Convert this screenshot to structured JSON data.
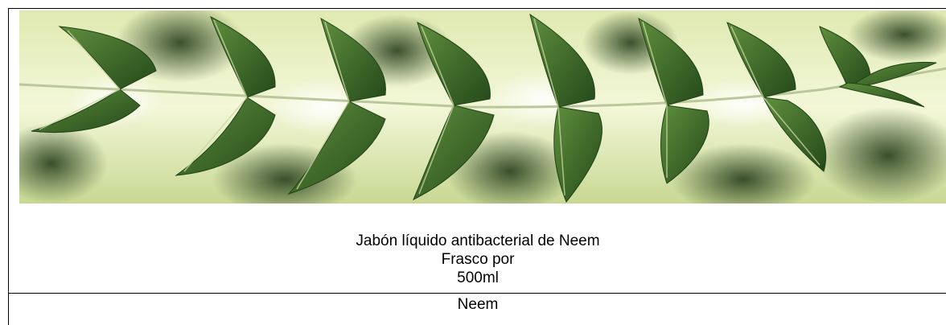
{
  "image": {
    "subject": "neem-leaves-photo",
    "colors": {
      "leaf": "#3f6e2a",
      "leaf_dark": "#1f4216",
      "vein": "#c9d6a2",
      "background": "#e8f0c0"
    }
  },
  "caption": {
    "line1": "Jabón líquido antibacterial de Neem",
    "line2": "Frasco por",
    "line3": "500ml"
  },
  "footer": {
    "label": "Neem"
  }
}
